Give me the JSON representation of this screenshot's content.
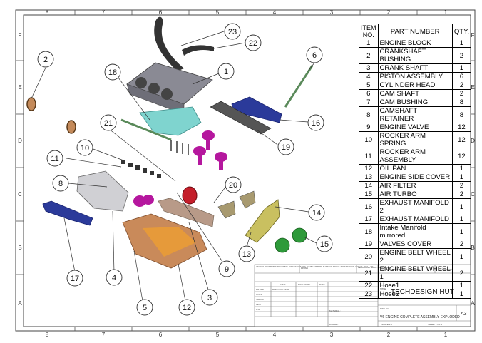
{
  "border": {
    "top_zones": [
      "8",
      "7",
      "6",
      "5",
      "4",
      "3",
      "2",
      "1"
    ],
    "bottom_zones": [
      "8",
      "7",
      "6",
      "5",
      "4",
      "3",
      "2",
      "1"
    ],
    "side_zones": [
      "F",
      "E",
      "D",
      "C",
      "B",
      "A"
    ]
  },
  "bom": {
    "headers": {
      "item": "ITEM NO.",
      "part": "PART NUMBER",
      "qty": "QTY."
    },
    "rows": [
      {
        "item": "1",
        "part": "ENGINE BLOCK",
        "qty": "1"
      },
      {
        "item": "2",
        "part": "CRANKSHAFT BUSHING",
        "qty": "2"
      },
      {
        "item": "3",
        "part": "CRANK SHAFT",
        "qty": "1"
      },
      {
        "item": "4",
        "part": "PISTON ASSEMBLY",
        "qty": "6"
      },
      {
        "item": "5",
        "part": "CYLINDER HEAD",
        "qty": "2"
      },
      {
        "item": "6",
        "part": "CAM SHAFT",
        "qty": "2"
      },
      {
        "item": "7",
        "part": "CAM BUSHING",
        "qty": "8"
      },
      {
        "item": "8",
        "part": "CAMSHAFT RETAINER",
        "qty": "8"
      },
      {
        "item": "9",
        "part": "ENGINE VALVE",
        "qty": "12"
      },
      {
        "item": "10",
        "part": "ROCKER ARM SPRING",
        "qty": "12"
      },
      {
        "item": "11",
        "part": "ROCKER ARM ASSEMBLY",
        "qty": "12"
      },
      {
        "item": "12",
        "part": "OIL PAN",
        "qty": "1"
      },
      {
        "item": "13",
        "part": "ENGINE SIDE COVER",
        "qty": "1"
      },
      {
        "item": "14",
        "part": "AIR FILTER",
        "qty": "2"
      },
      {
        "item": "15",
        "part": "AIR TURBO",
        "qty": "2"
      },
      {
        "item": "16",
        "part": "EXHAUST MANIFOLD 2",
        "qty": "1"
      },
      {
        "item": "17",
        "part": "EXHAUST MANIFOLD",
        "qty": "1"
      },
      {
        "item": "18",
        "part": "Intake Manifold mirrored",
        "qty": "1"
      },
      {
        "item": "19",
        "part": "VALVES COVER",
        "qty": "2"
      },
      {
        "item": "20",
        "part": "ENGINE BELT WHEEL 2",
        "qty": "1"
      },
      {
        "item": "21",
        "part": "ENGINE BELT WHEEL 1",
        "qty": "2"
      },
      {
        "item": "22",
        "part": "Hose1",
        "qty": "1"
      },
      {
        "item": "23",
        "part": "Hose2",
        "qty": "1"
      }
    ]
  },
  "balloons": [
    "1",
    "2",
    "3",
    "4",
    "5",
    "6",
    "8",
    "9",
    "10",
    "11",
    "12",
    "13",
    "14",
    "15",
    "16",
    "17",
    "18",
    "19",
    "20",
    "21",
    "22",
    "23"
  ],
  "title_block": {
    "notes": "UNLESS OTHERWISE SPECIFIED: DIMENSIONS ARE IN MILLIMETERS SURFACE FINISH: TOLERANCES: LINEAR: ANGULAR:",
    "finish": "FINISH",
    "deburr": "DEBURR AND BREAK SHARP EDGES",
    "do_not_scale": "DO NOT SCALE DRAWING",
    "revision": "REVISION",
    "col_name": "NAME",
    "col_signature": "SIGNATURE",
    "col_date": "DATE",
    "drawn": "DRAWN",
    "drawn_by": "PANKAJ KUMAR",
    "chkd": "CHK'D",
    "appvd": "APPV'D",
    "mfg": "MFG",
    "qa": "Q.A",
    "title_label": "TITLE:",
    "company": "TECHDESIGN HUT",
    "material": "MATERIAL:",
    "dwg_label": "DWG NO.",
    "dwg_title": "V6 ENGINE COMPLETE ASSEMBLY EXPLODED",
    "size": "A3",
    "weight": "WEIGHT:",
    "scale": "SCALE:1:5",
    "sheet": "SHEET 1 OF 1"
  }
}
